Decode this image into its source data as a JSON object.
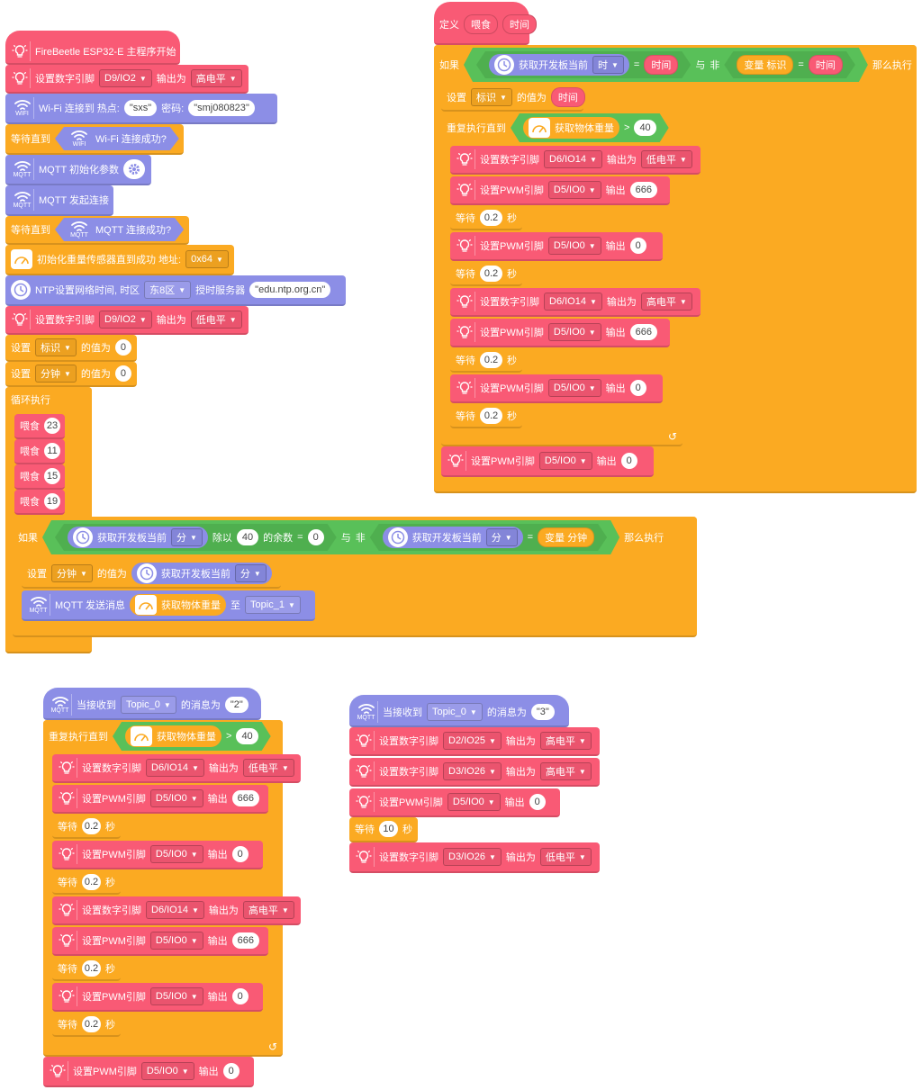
{
  "colors": {
    "pin": "#f95a75",
    "wifi": "#8c8ee6",
    "control": "#fbaa22",
    "operator": "#59c059",
    "variable": "#fbaa22"
  },
  "main": {
    "start": "FireBeetle ESP32-E 主程序开始",
    "set_pin_label": "设置数字引脚",
    "output_label": "输出为",
    "pin_d9": "D9/IO2",
    "high": "高电平",
    "low": "低电平",
    "wifi_label": "Wi-Fi 连接到 热点:",
    "ssid": "sxs",
    "password_label": "密码:",
    "password": "smj080823",
    "wait_until": "等待直到",
    "wifi_ok": "Wi-Fi 连接成功?",
    "mqtt_init": "MQTT 初始化参数",
    "mqtt_connect": "MQTT 发起连接",
    "mqtt_ok": "MQTT 连接成功?",
    "weight_init": "初始化重量传感器直到成功 地址:",
    "weight_addr": "0x64",
    "ntp_label": "NTP设置网络时间, 时区",
    "timezone": "东8区",
    "ntp_server_label": "授时服务器",
    "ntp_server": "edu.ntp.org.cn",
    "set_label": "设置",
    "value_label": "的值为",
    "var_flag": "标识",
    "var_minute": "分钟",
    "zero": "0",
    "loop": "循环执行",
    "feed": "喂食",
    "feed_values": [
      "23",
      "11",
      "15",
      "19"
    ],
    "if_label": "如果",
    "get_time": "获取开发板当前",
    "minute_unit": "分",
    "mod_label": "除以",
    "mod_value": "40",
    "remainder": "的余数",
    "eq": "=",
    "and": "与",
    "not": "非",
    "var_block": "变量",
    "then": "那么执行",
    "mqtt_send": "MQTT 发送消息",
    "get_weight": "获取物体重量",
    "to_label": "至",
    "topic1": "Topic_1"
  },
  "define": {
    "define_label": "定义",
    "func_name": "喂食",
    "param": "时间",
    "if_label": "如果",
    "get_time": "获取开发板当前",
    "hour_unit": "时",
    "eq": "=",
    "and": "与",
    "not": "非",
    "var_block": "变量",
    "var_flag": "标识",
    "then": "那么执行",
    "set_label": "设置",
    "value_label": "的值为",
    "repeat_until": "重复执行直到",
    "get_weight": "获取物体重量",
    "gt": ">",
    "threshold": "40",
    "set_pin_label": "设置数字引脚",
    "output_label": "输出为",
    "pin_d6": "D6/IO14",
    "low": "低电平",
    "high": "高电平",
    "set_pwm": "设置PWM引脚",
    "pwm_pin": "D5/IO0",
    "pwm_output": "输出",
    "pwm_666": "666",
    "pwm_0": "0",
    "wait": "等待",
    "wait_val": "0.2",
    "sec": "秒"
  },
  "handler1": {
    "when_received": "当接收到",
    "topic": "Topic_0",
    "msg_label": "的消息为",
    "msg": "2",
    "repeat_until": "重复执行直到",
    "get_weight": "获取物体重量",
    "gt": ">",
    "threshold": "40",
    "set_pin_label": "设置数字引脚",
    "output_label": "输出为",
    "pin_d6": "D6/IO14",
    "low": "低电平",
    "high": "高电平",
    "set_pwm": "设置PWM引脚",
    "pwm_pin": "D5/IO0",
    "pwm_output": "输出",
    "pwm_666": "666",
    "pwm_0": "0",
    "wait": "等待",
    "wait_val": "0.2",
    "sec": "秒"
  },
  "handler2": {
    "when_received": "当接收到",
    "topic": "Topic_0",
    "msg_label": "的消息为",
    "msg": "3",
    "set_pin_label": "设置数字引脚",
    "output_label": "输出为",
    "pin_d2": "D2/IO25",
    "pin_d3": "D3/IO26",
    "high": "高电平",
    "low": "低电平",
    "set_pwm": "设置PWM引脚",
    "pwm_pin": "D5/IO0",
    "pwm_output": "输出",
    "pwm_0": "0",
    "wait": "等待",
    "wait_val": "10",
    "sec": "秒"
  }
}
